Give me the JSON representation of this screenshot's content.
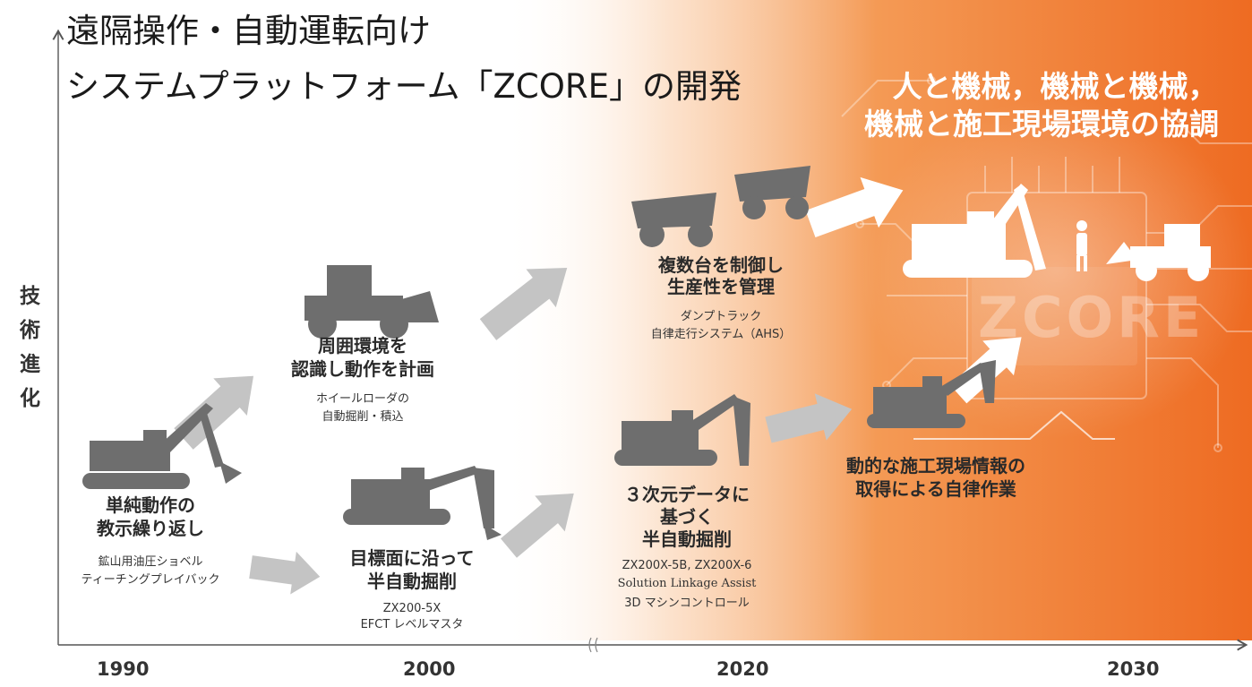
{
  "title": {
    "line1": "遠隔操作・自動運転向け",
    "line2": "システムプラットフォーム「ZCORE」の開発"
  },
  "y_axis_label": [
    "技",
    "術",
    "進",
    "化"
  ],
  "x_axis_years": [
    "1990",
    "2000",
    "2020",
    "2030"
  ],
  "goal": {
    "line1": "人と機械，機械と機械，",
    "line2": "機械と施工現場環境の協調"
  },
  "zcore_mark": "ZCORE",
  "milestones": {
    "teaching": {
      "title1": "単純動作の",
      "title2": "教示繰り返し",
      "sub1": "鉱山用油圧ショベル",
      "sub2": "ティーチングプレイバック"
    },
    "wheel_loader": {
      "title1": "周囲環境を",
      "title2": "認識し動作を計画",
      "sub1": "ホイールローダの",
      "sub2": "自動掘削・積込"
    },
    "target_surface": {
      "title1": "目標面に沿って",
      "title2": "半自動掘削",
      "sub1": "ZX200-5X",
      "sub2": "EFCT レベルマスタ"
    },
    "dump_truck": {
      "title1": "複数台を制御し",
      "title2": "生産性を管理",
      "sub1": "ダンプトラック",
      "sub2": "自律走行システム（AHS）"
    },
    "three_d": {
      "title1": "３次元データに",
      "title2": "基づく",
      "title3": "半自動掘削",
      "sub1": "ZX200X-5B, ZX200X-6",
      "sub2": "Solution Linkage Assist",
      "sub3": "3D マシンコントロール"
    },
    "dynamic": {
      "title1": "動的な施工現場情報の",
      "title2": "取得による自律作業"
    }
  },
  "colors": {
    "accent_orange": "#f07a2c",
    "machine_gray": "#6e6e6e",
    "arrow_gray": "#c6c6c6",
    "axis": "#555555"
  }
}
